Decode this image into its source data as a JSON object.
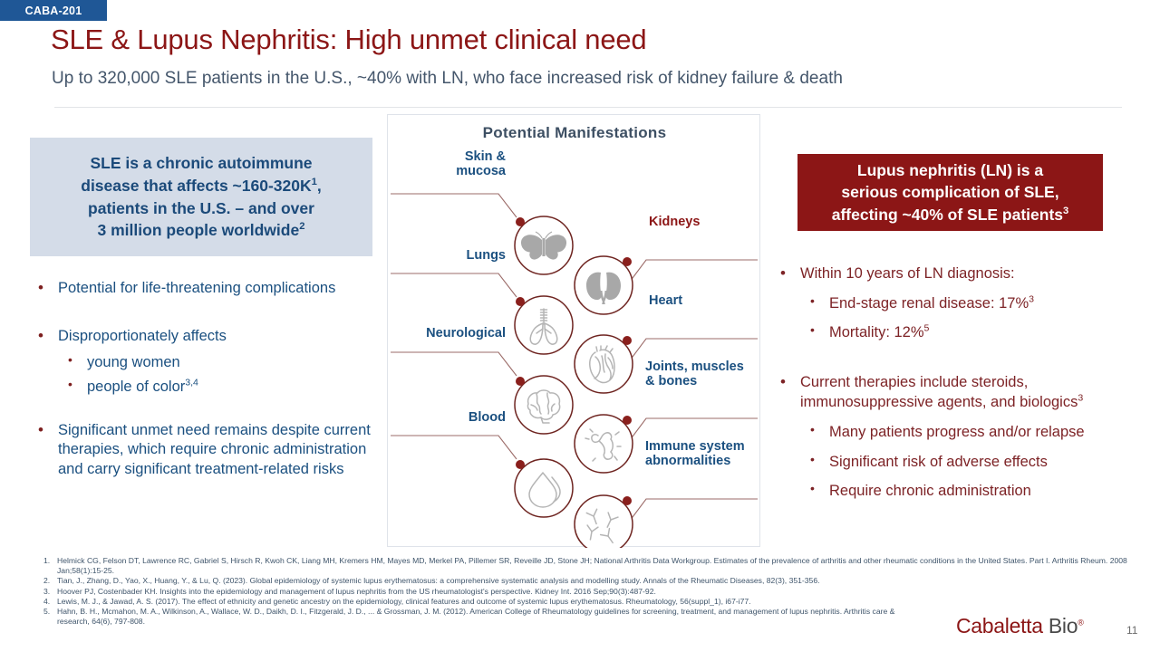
{
  "header": {
    "badge": "CABA-201",
    "title": "SLE & Lupus Nephritis: High unmet clinical need",
    "subtitle": "Up to 320,000 SLE patients in the U.S., ~40% with LN, who face increased risk of kidney failure & death"
  },
  "colors": {
    "brand_red": "#8c1616",
    "brand_blue": "#1b5080",
    "badge_blue": "#1f5796",
    "callout_blue_bg": "#d4dce8",
    "subtitle_gray": "#44566b",
    "icon_gray": "#a8a8a8",
    "connector_red": "#7d2326"
  },
  "left": {
    "callout": "SLE is a chronic autoimmune disease that affects ~160-320K¹, patients in the U.S. – and over 3 million people worldwide²",
    "callout_lines": [
      "SLE is a chronic autoimmune",
      "disease that affects ~160-320K",
      "patients in the U.S. – and over",
      "3 million people worldwide"
    ],
    "callout_sup_1": "1",
    "callout_sup_2": "2",
    "bullets": [
      {
        "level": 1,
        "text": "Potential for life-threatening complications"
      },
      {
        "level": 1,
        "text": "Disproportionately affects"
      },
      {
        "level": 2,
        "text": "young women"
      },
      {
        "level": 2,
        "text": "people of color",
        "sup": "3,4"
      },
      {
        "level": 1,
        "text": "Significant unmet need remains despite current therapies, which require chronic administration and carry significant treatment-related risks"
      }
    ]
  },
  "right": {
    "callout_lines": [
      "Lupus nephritis (LN) is a",
      "serious complication of SLE,",
      "affecting ~40% of SLE patients"
    ],
    "callout_sup": "3",
    "bullets": [
      {
        "level": 1,
        "text": "Within 10 years of LN diagnosis:"
      },
      {
        "level": 2,
        "text": "End-stage renal disease: 17%",
        "sup": "3"
      },
      {
        "level": 2,
        "text": "Mortality: 12%",
        "sup": "5"
      },
      {
        "level": 1,
        "text": "Current therapies include steroids, immunosuppressive agents, and biologics",
        "sup": "3"
      },
      {
        "level": 2,
        "text": "Many patients progress and/or relapse"
      },
      {
        "level": 2,
        "text": "Significant risk of adverse effects"
      },
      {
        "level": 2,
        "text": "Require chronic administration"
      }
    ]
  },
  "diagram": {
    "title": "Potential  Manifestations",
    "nodes": [
      {
        "label": "Skin &\nmucosa",
        "icon": "butterfly-icon",
        "side": "left"
      },
      {
        "label": "Lungs",
        "icon": "lungs-icon",
        "side": "left"
      },
      {
        "label": "Neurological",
        "icon": "brain-icon",
        "side": "left"
      },
      {
        "label": "Blood",
        "icon": "blood-drop-icon",
        "side": "left"
      },
      {
        "label": "Kidneys",
        "icon": "kidneys-icon",
        "side": "right"
      },
      {
        "label": "Heart",
        "icon": "heart-icon",
        "side": "right"
      },
      {
        "label": "Joints, muscles\n& bones",
        "icon": "joints-icon",
        "side": "right"
      },
      {
        "label": "Immune system\nabnormalities",
        "icon": "antibody-icon",
        "side": "right"
      }
    ],
    "labels": {
      "skin": "Skin &",
      "skin2": "mucosa",
      "lungs": "Lungs",
      "neuro": "Neurological",
      "blood": "Blood",
      "kidneys": "Kidneys",
      "heart": "Heart",
      "joints": "Joints, muscles",
      "joints2": "& bones",
      "immune": "Immune system",
      "immune2": "abnormalities"
    }
  },
  "footnotes": [
    {
      "num": "1.",
      "text": "Helmick CG, Felson DT, Lawrence RC, Gabriel S, Hirsch R, Kwoh CK, Liang MH, Kremers HM, Mayes MD, Merkel PA, Pillemer SR, Reveille JD, Stone JH; National Arthritis Data Workgroup. Estimates of the prevalence of arthritis and other rheumatic conditions in the United States. Part I. Arthritis Rheum. 2008 Jan;58(1):15-25."
    },
    {
      "num": "2.",
      "text": "Tian, J., Zhang, D., Yao, X., Huang, Y., & Lu, Q. (2023). Global epidemiology of systemic lupus erythematosus: a comprehensive systematic analysis and modelling study. Annals of the Rheumatic Diseases, 82(3), 351-356."
    },
    {
      "num": "3.",
      "text": "Hoover PJ, Costenbader KH. Insights into the epidemiology and management of lupus nephritis from the US rheumatologist's perspective. Kidney Int. 2016 Sep;90(3):487-92."
    },
    {
      "num": "4.",
      "text": "Lewis, M. J., & Jawad, A. S. (2017). The effect of ethnicity and genetic ancestry on the epidemiology, clinical features and outcome of systemic lupus erythematosus. Rheumatology, 56(suppl_1), i67-i77."
    },
    {
      "num": "5.",
      "text": "Hahn, B. H., Mcmahon, M. A., Wilkinson, A., Wallace, W. D., Daikh, D. I., Fitzgerald, J. D., ... & Grossman, J. M. (2012). American College of Rheumatology guidelines for screening, treatment, and management of lupus nephritis. Arthritis care & research, 64(6), 797-808."
    }
  ],
  "footer": {
    "logo_part1": "Cabaletta",
    "logo_part2": "Bio",
    "page_number": "11"
  }
}
